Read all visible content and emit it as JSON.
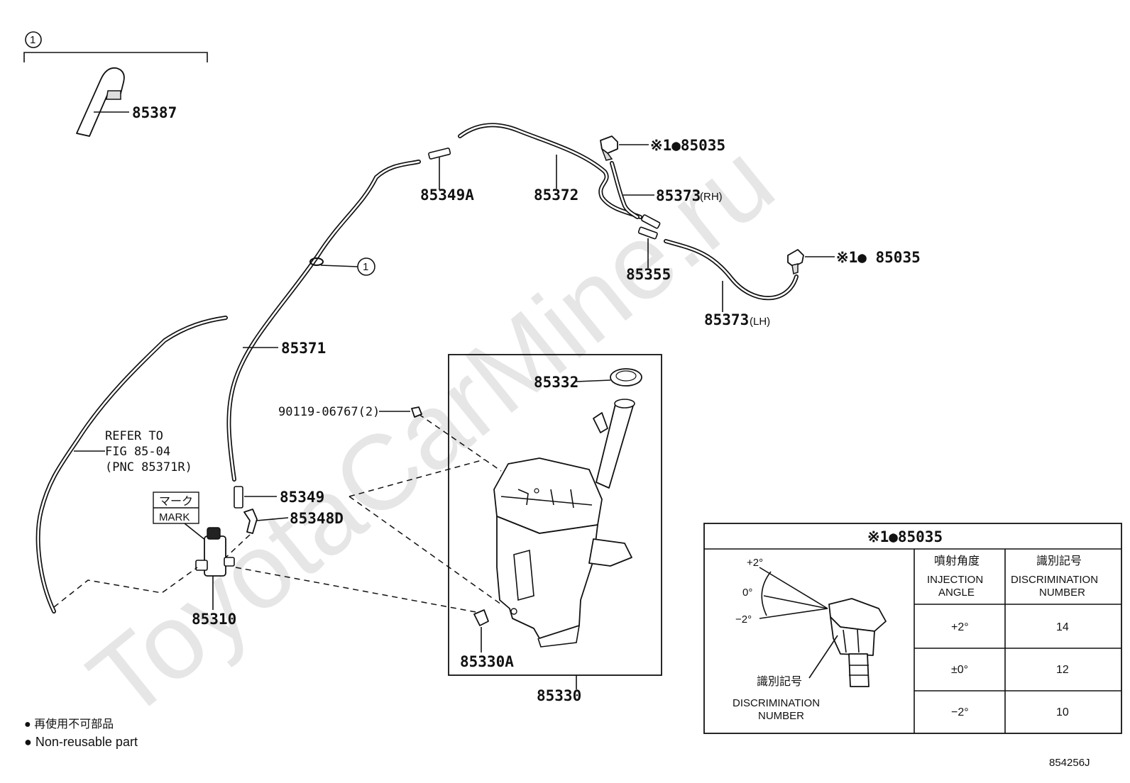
{
  "watermark": "ToyotaCarMine.ru",
  "callout_circle": "1",
  "parts": {
    "p85387": "85387",
    "p85035_rh": "※1●85035",
    "p85035_lh": "※1● 85035",
    "p85373_rh": "85373",
    "p85373_rh_suffix": "(RH)",
    "p85373_lh": "85373",
    "p85373_lh_suffix": "(LH)",
    "p85349a": "85349A",
    "p85372": "85372",
    "p85355": "85355",
    "p85371": "85371",
    "p85332": "85332",
    "p90119": "90119-06767(2)",
    "p85349": "85349",
    "p85348d": "85348D",
    "p85310": "85310",
    "p85330a": "85330A",
    "p85330": "85330"
  },
  "refer": {
    "line1": "REFER TO",
    "line2": "FIG 85-04",
    "line3": "(PNC 85371R)"
  },
  "mark": {
    "jp": "マーク",
    "en": "MARK"
  },
  "legend": {
    "jp": "● 再使用不可部品",
    "en": "● Non-reusable part"
  },
  "figure_code": "854256J",
  "table": {
    "title": "※1●85035",
    "angle_plus": "+2°",
    "angle_zero": "0°",
    "angle_minus": "−2°",
    "disc_jp": "識別記号",
    "disc_en1": "DISCRIMINATION",
    "disc_en2": "NUMBER",
    "col1_jp": "噴射角度",
    "col1_en1": "INJECTION",
    "col1_en2": "ANGLE",
    "col2_jp": "識別記号",
    "col2_en1": "DISCRIMINATION",
    "col2_en2": "NUMBER",
    "rows": [
      {
        "angle": "+2°",
        "num": "14"
      },
      {
        "angle": "±0°",
        "num": "12"
      },
      {
        "angle": "−2°",
        "num": "10"
      }
    ]
  }
}
